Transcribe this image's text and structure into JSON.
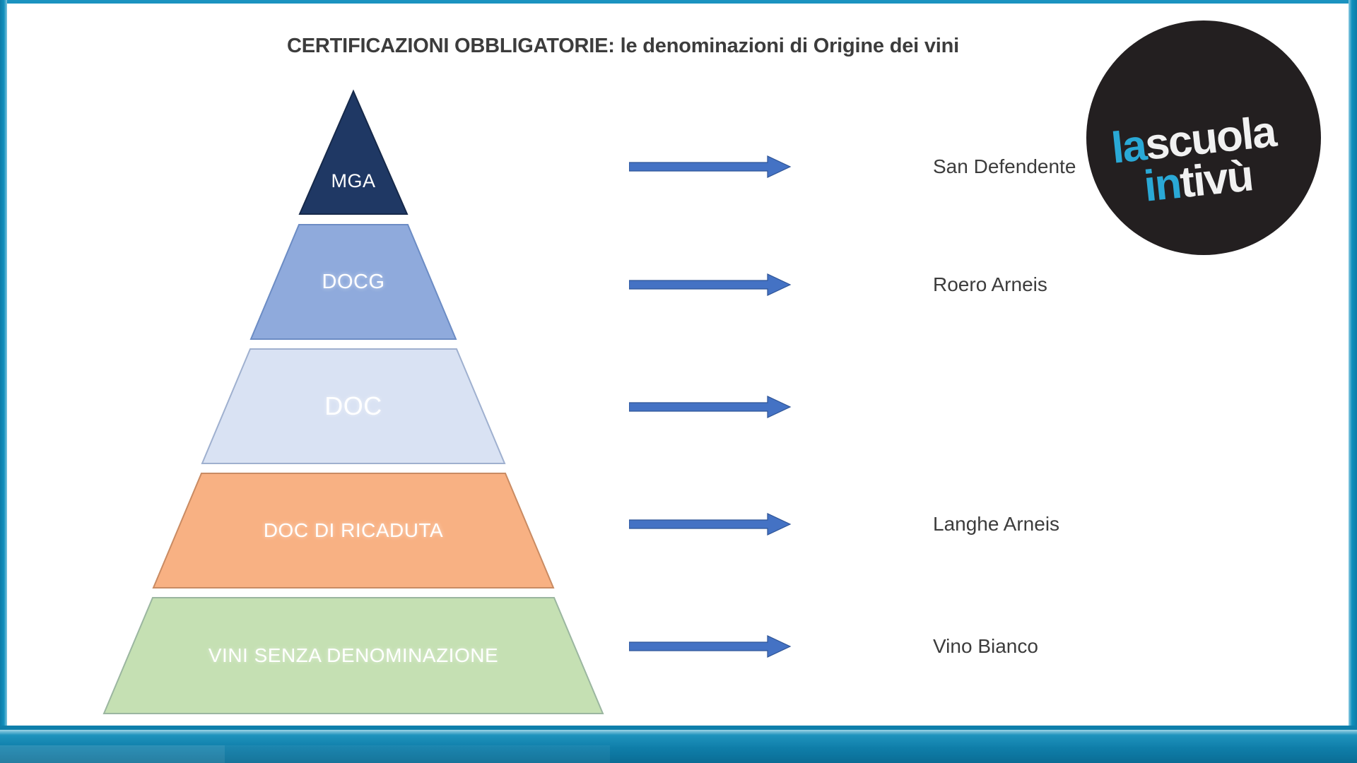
{
  "slide": {
    "title": "CERTIFICAZIONI OBBLIGATORIE: le denominazioni di Origine dei vini",
    "background_color": "#ffffff"
  },
  "frame": {
    "accent_color": "#0f7ea9",
    "accent_light": "#9fd4e7"
  },
  "pyramid": {
    "type": "pyramid-diagram",
    "tiers": [
      {
        "label": "MGA",
        "fill": "#1f3864",
        "stroke": "#16294a",
        "text_color": "#ffffff",
        "shape": "triangle"
      },
      {
        "label": "DOCG",
        "fill": "#8faadc",
        "stroke": "#6c8cc4",
        "text_color": "#ffffff",
        "shape": "trapezoid"
      },
      {
        "label": "DOC",
        "fill": "#d9e2f3",
        "stroke": "#9fb0cf",
        "text_color": "#ffffff",
        "shape": "trapezoid"
      },
      {
        "label": "DOC DI RICADUTA",
        "fill": "#f8b183",
        "stroke": "#c98b63",
        "text_color": "#ffffff",
        "shape": "trapezoid"
      },
      {
        "label": "VINI SENZA DENOMINAZIONE",
        "fill": "#c5e0b3",
        "stroke": "#9bb6a0",
        "text_color": "#ffffff",
        "shape": "trapezoid"
      }
    ]
  },
  "examples": {
    "arrow_color": "#4472c4",
    "rows": [
      {
        "tier": "MGA",
        "label": "San Defendente"
      },
      {
        "tier": "DOCG",
        "label": "Roero Arneis"
      },
      {
        "tier": "DOC",
        "label": ""
      },
      {
        "tier": "DOC DI RICADUTA",
        "label": "Langhe Arneis"
      },
      {
        "tier": "VINI SENZA DENOMINAZIONE",
        "label": "Vino Bianco"
      }
    ]
  },
  "logo": {
    "line1_accent": "la",
    "line1_main": "scuola",
    "line2_accent": "in",
    "line2_main": "tivù",
    "circle_color": "#231f20",
    "accent_color": "#2aa9d6"
  }
}
